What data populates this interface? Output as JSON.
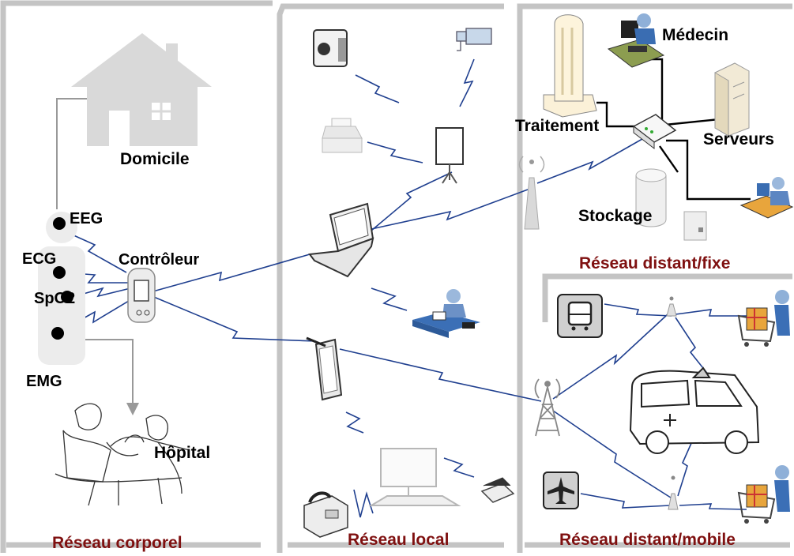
{
  "colors": {
    "link": "#1f3f8f",
    "frame": "#c4c4c4",
    "section_title": "#7f1010",
    "cable": "#000000",
    "arrow": "#999999"
  },
  "labels": {
    "domicile": "Domicile",
    "hopital": "Hôpital",
    "controleur": "Contrôleur",
    "eeg": "EEG",
    "ecg": "ECG",
    "spo2": "SpO2",
    "emg": "EMG",
    "medecin": "Médecin",
    "traitement": "Traitement",
    "serveurs": "Serveurs",
    "stockage": "Stockage"
  },
  "sections": {
    "corporel": "Réseau corporel",
    "local": "Réseau local",
    "distant_fixe": "Réseau distant/fixe",
    "distant_mobile": "Réseau distant/mobile"
  },
  "icons": [
    "house-icon",
    "hospital-scene-icon",
    "body-silhouette-icon",
    "controller-device-icon",
    "camcorder-icon",
    "camera-icon",
    "fax-icon",
    "projector-screen-icon",
    "laptop-icon",
    "tablet-icon",
    "operator-desk-icon",
    "desktop-monitor-icon",
    "scanner-icon",
    "phone-fax-icon",
    "antenna-icon",
    "cell-tower-icon",
    "mainframe-icon",
    "doctor-workstation-icon",
    "switch-icon",
    "server-icon",
    "database-icon",
    "storage-unit-icon",
    "workstation-user-icon",
    "bus-icon",
    "airplane-icon",
    "ambulance-icon",
    "shopper-cart-icon"
  ]
}
